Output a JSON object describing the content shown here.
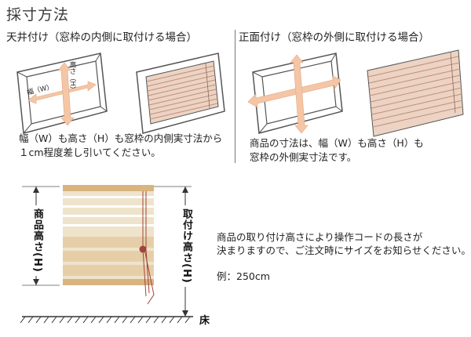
{
  "title": "採寸方法",
  "sections": {
    "ceiling": {
      "heading": "天井付け（窓枠の内側に取付ける場合）",
      "width_label": "幅（W）",
      "height_label": "高さ（H）",
      "note_line1": "幅（W）も高さ（H）も窓枠の内側実寸法から",
      "note_line2": "１cm程度差し引いてください。"
    },
    "front": {
      "heading": "正面付け（窓枠の外側に取付ける場合）",
      "note_line1": "商品の寸法は、幅（W）も高さ（H）も",
      "note_line2": "窓枠の外側実寸法です。"
    }
  },
  "height_diagram": {
    "product_height_label": "商品高さ(H)",
    "mount_height_label": "取付け高さ(H)",
    "floor_label": "床",
    "info_line1": "商品の取り付け高さにより操作コードの長さが",
    "info_line2": "決まりますので、ご注文時にサイズをお知らせください。",
    "example": "例：250cm"
  },
  "colors": {
    "arrow": "#f5c6a6",
    "blind_slat": "#e3b8a2",
    "roman_shade": "#e9d2ad",
    "frame": "#555555",
    "cord_ball": "#a0453a"
  }
}
